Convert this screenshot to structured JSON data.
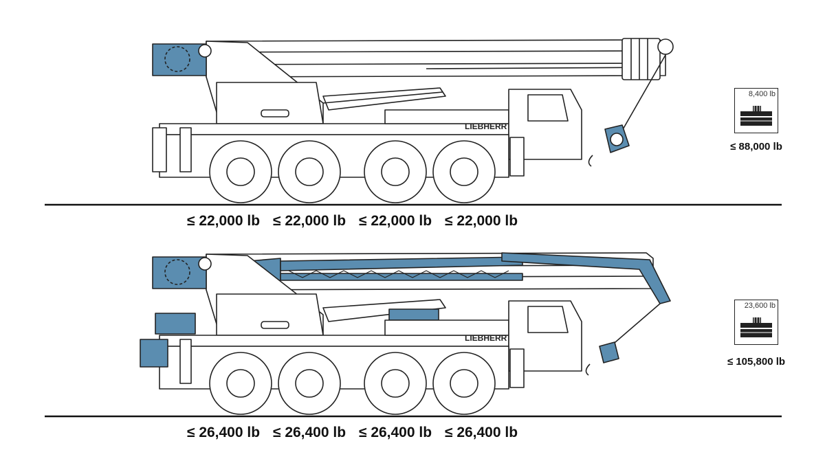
{
  "colors": {
    "accent": "#5b8db0",
    "line": "#222222",
    "fill": "#ffffff"
  },
  "configs": [
    {
      "brand": "LIEBHERR",
      "counterweight": "8,400 lb",
      "total": "≤ 88,000 lb",
      "axles": [
        "≤ 22,000 lb",
        "≤ 22,000 lb",
        "≤ 22,000 lb",
        "≤ 22,000 lb"
      ]
    },
    {
      "brand": "LIEBHERR",
      "counterweight": "23,600 lb",
      "total": "≤ 105,800 lb",
      "axles": [
        "≤ 26,400 lb",
        "≤ 26,400 lb",
        "≤ 26,400 lb",
        "≤ 26,400 lb"
      ]
    }
  ]
}
